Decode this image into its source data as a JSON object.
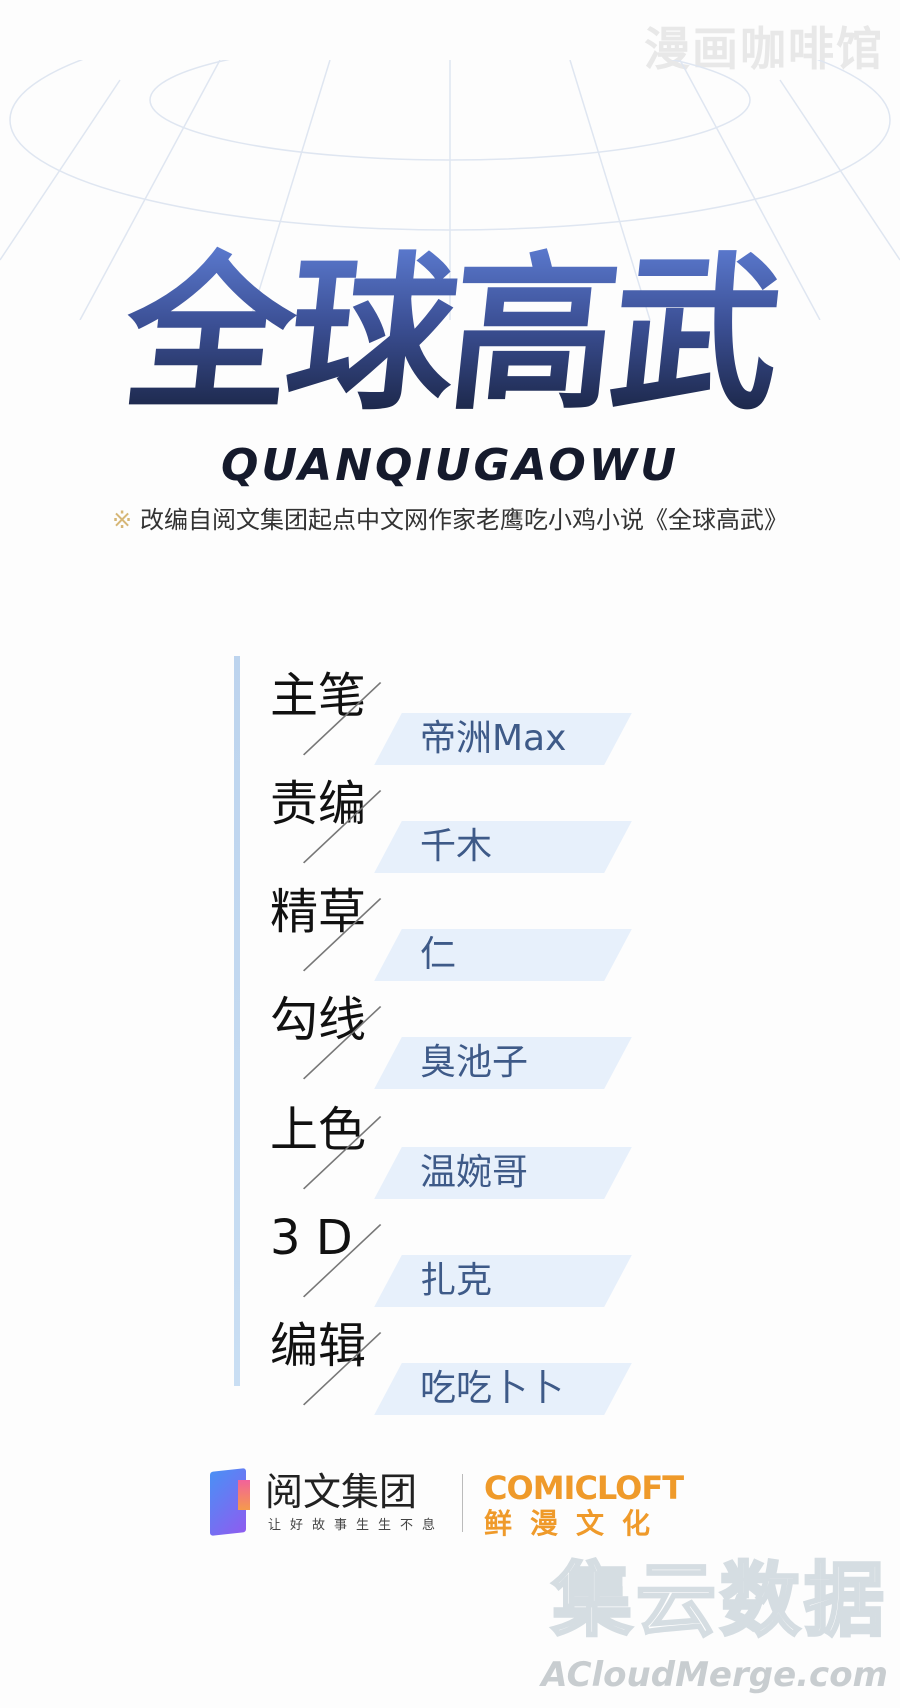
{
  "watermark_top": "漫画咖啡馆",
  "title": "全球高武",
  "title_pinyin": "QUANQIUGAOWU",
  "subtitle": {
    "mark": "※",
    "text": "改编自阅文集团起点中文网作家老鹰吃小鸡小说《全球高武》"
  },
  "credits": [
    {
      "role": "主笔",
      "name": "帝洲Max"
    },
    {
      "role": "责编",
      "name": "千木"
    },
    {
      "role": "精草",
      "name": "仁"
    },
    {
      "role": "勾线",
      "name": "臭池子"
    },
    {
      "role": "上色",
      "name": "温婉哥"
    },
    {
      "role": "3 D",
      "name": "扎克"
    },
    {
      "role": "编辑",
      "name": "吃吃卜卜"
    }
  ],
  "logos": {
    "yuewen_name": "阅文集团",
    "yuewen_slogan": "让好故事生生不息",
    "comicloft_name": "COMICLOFT",
    "comicloft_cn": "鲜漫文化"
  },
  "watermark_bottom": {
    "cn": "集云数据",
    "en": "ACloudMerge.com"
  },
  "colors": {
    "title_top": "#5f7fd6",
    "title_bottom": "#141d36",
    "credit_value": "#3e5a88",
    "comicloft": "#ef9a2a"
  }
}
